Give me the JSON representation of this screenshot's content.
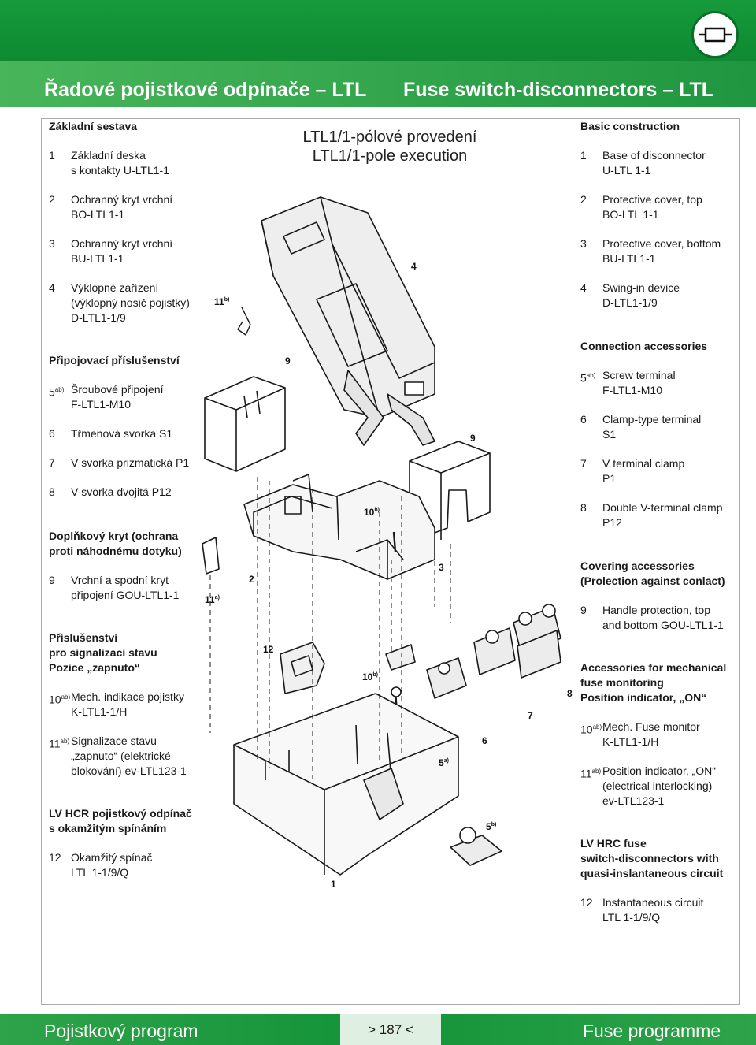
{
  "header": {
    "title_cz": "Řadové pojistkové odpínače – LTL",
    "title_en": "Fuse switch-disconnectors – LTL"
  },
  "center_title": {
    "line1": "LTL1/1-pólové provedení",
    "line2": "LTL1/1-pole execution"
  },
  "left": {
    "basic_heading": "Základní sestava",
    "basic_items": [
      {
        "num": "1",
        "lines": [
          "Základní deska",
          "s kontakty U-LTL1-1"
        ]
      },
      {
        "num": "2",
        "lines": [
          "Ochranný kryt vrchní",
          "BO-LTL1-1"
        ]
      },
      {
        "num": "3",
        "lines": [
          "Ochranný kryt vrchní",
          "BU-LTL1-1"
        ]
      },
      {
        "num": "4",
        "lines": [
          "Výklopné zařízení",
          "(výklopný nosič pojistky)",
          "D-LTL1-1/9"
        ]
      }
    ],
    "conn_heading": "Připojovací příslušenství",
    "conn_items": [
      {
        "num": "5",
        "sup": "ab)",
        "lines": [
          "Šroubové připojení",
          "F-LTL1-M10"
        ]
      },
      {
        "num": "6",
        "lines": [
          "Třmenová svorka S1"
        ]
      },
      {
        "num": "7",
        "lines": [
          "V svorka prizmatická P1"
        ]
      },
      {
        "num": "8",
        "lines": [
          "V-svorka dvojitá P12"
        ]
      }
    ],
    "cover_heading": [
      "Doplňkový kryt (ochrana",
      "proti náhodnému dotyku)"
    ],
    "cover_items": [
      {
        "num": "9",
        "lines": [
          "Vrchní a spodní kryt",
          "připojení GOU-LTL1-1"
        ]
      }
    ],
    "signal_heading": [
      "Příslušenství",
      "pro signalizaci stavu",
      "Pozice „zapnuto“"
    ],
    "signal_items": [
      {
        "num": "10",
        "sup": "ab)",
        "lines": [
          "Mech. indikace pojistky",
          "K-LTL1-1/H"
        ]
      },
      {
        "num": "11",
        "sup": "ab)",
        "lines": [
          "Signalizace stavu",
          "„zapnuto“ (elektrické",
          "blokování) ev-LTL123-1"
        ]
      }
    ],
    "hrc_heading": [
      "LV HCR pojistkový odpínač",
      "s okamžitým spínáním"
    ],
    "hrc_items": [
      {
        "num": "12",
        "lines": [
          "Okamžitý spínač",
          "LTL 1-1/9/Q"
        ]
      }
    ]
  },
  "right": {
    "basic_heading": "Basic construction",
    "basic_items": [
      {
        "num": "1",
        "lines": [
          "Base of disconnector",
          "U-LTL 1-1"
        ]
      },
      {
        "num": "2",
        "lines": [
          "Protective cover, top",
          "BO-LTL 1-1"
        ]
      },
      {
        "num": "3",
        "lines": [
          "Protective cover, bottom",
          "BU-LTL1-1"
        ]
      },
      {
        "num": "4",
        "lines": [
          "Swing-in device",
          "D-LTL1-1/9"
        ]
      }
    ],
    "conn_heading": "Connection accessories",
    "conn_items": [
      {
        "num": "5",
        "sup": "ab)",
        "lines": [
          "Screw terminal",
          "F-LTL1-M10"
        ]
      },
      {
        "num": "6",
        "lines": [
          "Clamp-type terminal",
          "S1"
        ]
      },
      {
        "num": "7",
        "lines": [
          "V terminal clamp",
          "P1"
        ]
      },
      {
        "num": "8",
        "lines": [
          "Double V-terminal clamp",
          "P12"
        ]
      }
    ],
    "cover_heading": [
      "Covering accessories",
      "(Prolection against conlact)"
    ],
    "cover_items": [
      {
        "num": "9",
        "lines": [
          "Handle protection, top",
          "and bottom GOU-LTL1-1"
        ]
      }
    ],
    "signal_heading": [
      "Accessories for mechanical",
      "fuse monitoring",
      "Position indicator, „ON“"
    ],
    "signal_items": [
      {
        "num": "10",
        "sup": "ab)",
        "lines": [
          "Mech. Fuse monitor",
          "K-LTL1-1/H"
        ]
      },
      {
        "num": "11",
        "sup": "ab)",
        "lines": [
          "Position indicator, „ON“",
          "(electrical interlocking)",
          "ev-LTL123-1"
        ]
      }
    ],
    "hrc_heading": [
      "LV HRC fuse",
      "switch-disconnectors with",
      "quasi-inslantaneous circuit"
    ],
    "hrc_items": [
      {
        "num": "12",
        "lines": [
          "Instantaneous circuit",
          "LTL 1-1/9/Q"
        ]
      }
    ]
  },
  "diagram_labels": {
    "l4": "4",
    "l11b": "11",
    "l11b_sup": "b)",
    "l9a": "9",
    "l9b": "9",
    "l10b_top": "10",
    "l10b_top_sup": "b)",
    "l3": "3",
    "l2": "2",
    "l11a": "11",
    "l11a_sup": "a)",
    "l12": "12",
    "l10b_bot": "10",
    "l10b_bot_sup": "b)",
    "l8": "8",
    "l7": "7",
    "l6": "6",
    "l5a": "5",
    "l5a_sup": "a)",
    "l5b": "5",
    "l5b_sup": "b)",
    "l1": "1"
  },
  "footer": {
    "left": "Pojistkový program",
    "page": "> 187 <",
    "right": "Fuse programme"
  },
  "colors": {
    "green_dark": "#0f8a32",
    "green_light": "#48b55a"
  }
}
